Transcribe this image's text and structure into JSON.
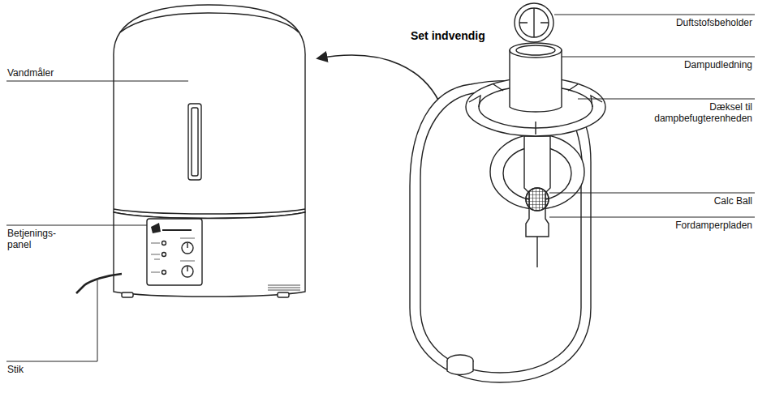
{
  "diagram": {
    "title": "Set indvendig",
    "labels": [
      "Duftstofsbeholder",
      "Dampudledning",
      "Dæksel til dampbefugterenheden",
      "Calc Ball",
      "Fordamperpladen",
      "Vandmåler",
      "Betjenings- panel",
      "Stik"
    ]
  }
}
